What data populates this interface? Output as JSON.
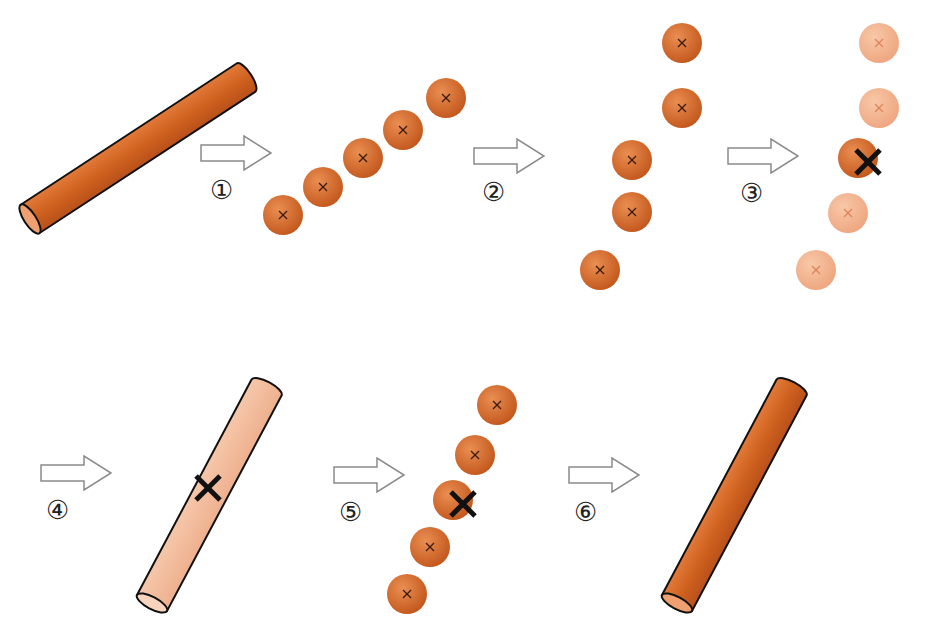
{
  "diagram": {
    "labels": [
      "①",
      "②",
      "③",
      "④",
      "⑤",
      "⑥"
    ]
  }
}
